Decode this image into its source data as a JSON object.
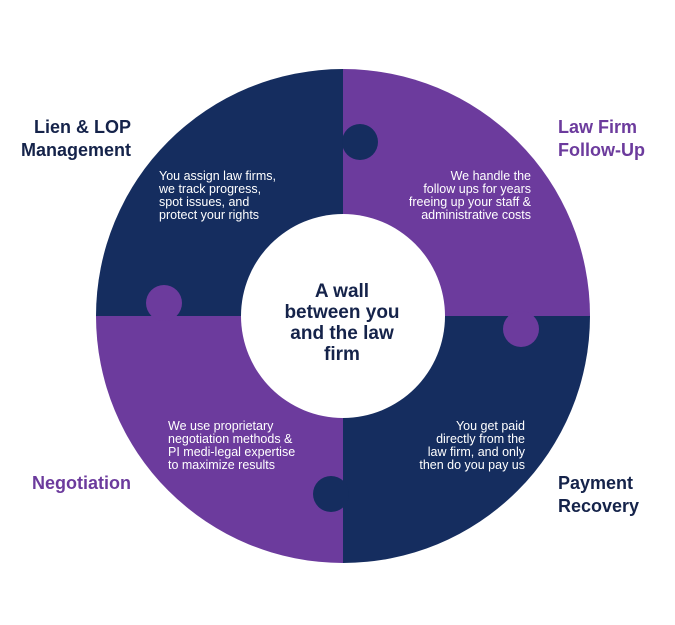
{
  "colors": {
    "navy": "#152d5f",
    "purple": "#6c3b9d",
    "center_fill": "#ffffff",
    "text_dark": "#15234a",
    "text_light": "#ffffff"
  },
  "center": {
    "text": "A wall\nbetween you\nand the law\nfirm"
  },
  "segments": [
    {
      "position": "top-left",
      "title": "Lien & LOP\nManagement",
      "title_color": "#15234a",
      "fill": "#152d5f",
      "description": "You assign law firms,\nwe track progress,\nspot issues, and\nprotect your rights"
    },
    {
      "position": "top-right",
      "title": "Law Firm\nFollow-Up",
      "title_color": "#6c3b9d",
      "fill": "#6c3b9d",
      "description": "We handle the\nfollow ups for years\nfreeing up your staff &\nadministrative costs"
    },
    {
      "position": "bottom-left",
      "title": "Negotiation",
      "title_color": "#6c3b9d",
      "fill": "#6c3b9d",
      "description": "We use proprietary\nnegotiation methods &\nPI medi-legal expertise\nto maximize results"
    },
    {
      "position": "bottom-right",
      "title": "Payment\nRecovery",
      "title_color": "#15234a",
      "fill": "#152d5f",
      "description": "You get paid\ndirectly from the\nlaw firm, and only\nthen do you pay us"
    }
  ]
}
